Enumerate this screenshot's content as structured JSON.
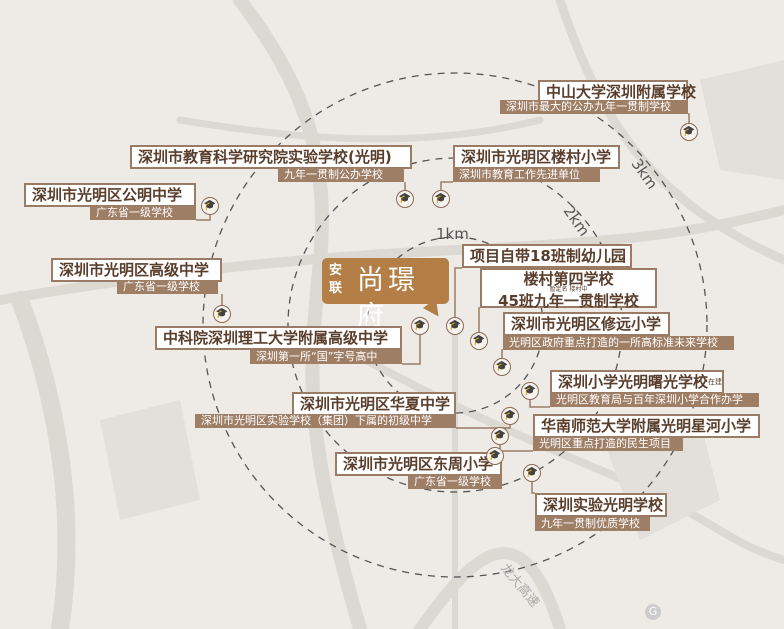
{
  "project": {
    "brand": "安联",
    "name": "尚璟府"
  },
  "rings": [
    "1km",
    "2km",
    "3km"
  ],
  "highway": "龙大高速",
  "map_icon": "G",
  "colors": {
    "label_border": "#9a7c66",
    "subtitle_bg": "#9f7e66",
    "logo_bg": "#b47f47",
    "ring": "#555555"
  },
  "schools": [
    {
      "name": "中山大学深圳附属学校",
      "desc": "深圳市最大的公办九年一贯制学校"
    },
    {
      "name": "深圳市教育科学研究院实验学校(光明)",
      "desc": "九年一贯制公办学校"
    },
    {
      "name": "深圳市光明区楼村小学",
      "desc": "深圳市教育工作先进单位"
    },
    {
      "name": "深圳市光明区公明中学",
      "desc": "广东省一级学校"
    },
    {
      "name": "深圳市光明区高级中学",
      "desc": "广东省一级学校"
    },
    {
      "name": "项目自带18班制幼儿园"
    },
    {
      "name": "楼村第四学校",
      "name2": "45班九年一贯制学校",
      "note": "暂定名 楼村中"
    },
    {
      "name": "中科院深圳理工大学附属高级中学",
      "desc": "深圳第一所“国”字号高中"
    },
    {
      "name": "深圳市光明区修远小学",
      "desc": "光明区政府重点打造的一所高标准未来学校"
    },
    {
      "name": "深圳小学光明曙光学校",
      "note": "在建",
      "desc": "光明区教育局与百年深圳小学合作办学"
    },
    {
      "name": "深圳市光明区华夏中学",
      "desc": "深圳市光明区实验学校（集团）下属的初级中学"
    },
    {
      "name": "华南师范大学附属光明星河小学",
      "desc": "光明区重点打造的民生项目"
    },
    {
      "name": "深圳市光明区东周小学",
      "desc": "广东省一级学校"
    },
    {
      "name": "深圳实验光明学校",
      "desc": "九年一贯制优质学校"
    }
  ]
}
